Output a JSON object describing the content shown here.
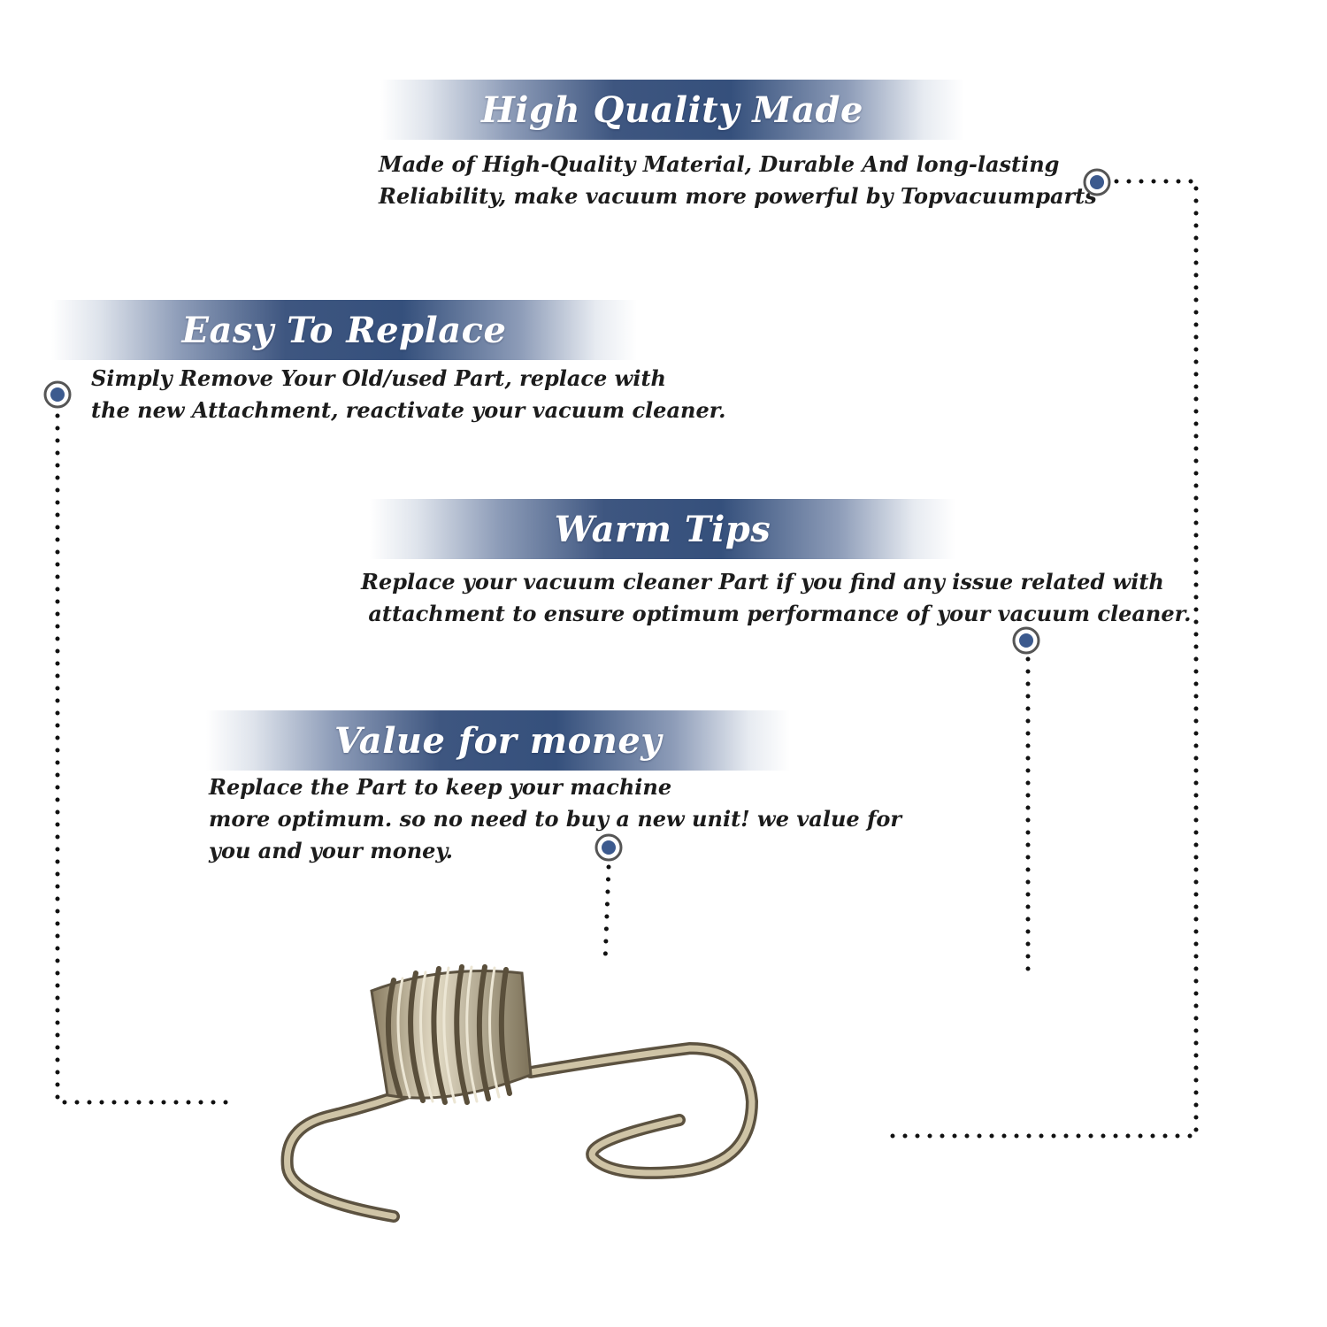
{
  "features": [
    {
      "title": "High Quality Made",
      "lines": [
        "Made of  High-Quality Material, Durable And long-lasting",
        "Reliability, make vacuum more powerful by Topvacuumparts"
      ]
    },
    {
      "title": "Easy To Replace",
      "lines": [
        "Simply Remove Your Old/used Part, replace with",
        "the new Attachment, reactivate your vacuum cleaner."
      ]
    },
    {
      "title": "Warm Tips",
      "lines": [
        "Replace your vacuum cleaner Part if you find any issue related with",
        " attachment to ensure optimum performance of your vacuum cleaner."
      ]
    },
    {
      "title": "Value for money",
      "lines": [
        "Replace the Part to keep your machine",
        "more optimum. so no need to buy a new unit! we value for",
        "you and your money."
      ]
    }
  ],
  "colors": {
    "banner_blue": "#35507c",
    "marker_blue": "#3c5a8e",
    "text": "#1c1c1c",
    "dots": "#111111",
    "spring_metal": "#b9ad8c"
  },
  "icons": [
    "marker-dot-icon",
    "spring-hook-image"
  ]
}
